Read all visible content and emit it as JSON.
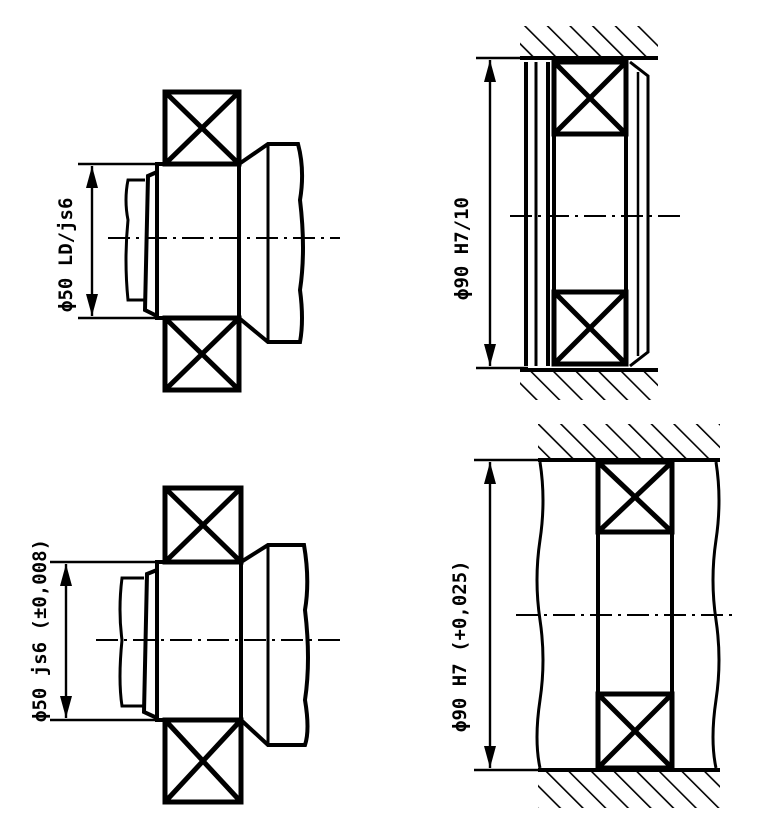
{
  "drawing": {
    "views": [
      {
        "id": "shaft-top-left",
        "dimension_label": "ϕ50 LD/js6"
      },
      {
        "id": "housing-top-right",
        "dimension_label": "ϕ90 H7/10"
      },
      {
        "id": "shaft-bottom-left",
        "dimension_label": "ϕ50 js6 (±0,008)"
      },
      {
        "id": "housing-bottom-right",
        "dimension_label": "ϕ90 H7 (+0,025)"
      }
    ]
  }
}
